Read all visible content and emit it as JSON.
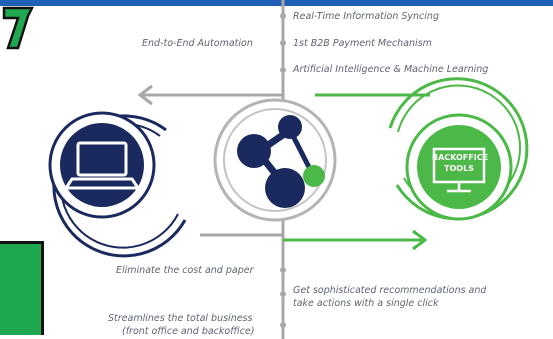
{
  "diagram": {
    "top_right_labels": [
      "Real-Time Information Syncing",
      "1st B2B Payment Mechanism",
      "Artificial Intelligence & Machine Learning"
    ],
    "top_left_label": "End-to-End Automation",
    "bottom_left_labels": [
      "Eliminate the cost and paper",
      "Streamlines the total business",
      "(front office and backoffice)"
    ],
    "bottom_right_label_lines": [
      "Get sophisticated recommendations and",
      "take actions with a single click"
    ],
    "right_node_text_lines": [
      "BACKOFFICE",
      "TOOLS"
    ],
    "left_node_icon": "laptop-icon",
    "center_node_icon": "network-molecule-icon",
    "right_node_icon": "monitor-icon",
    "colors": {
      "navy": "#1b2a5e",
      "green": "#4cb848",
      "gray": "#a8a8a8",
      "blue_bar": "#1f5fb5",
      "text": "#5e6472"
    }
  }
}
